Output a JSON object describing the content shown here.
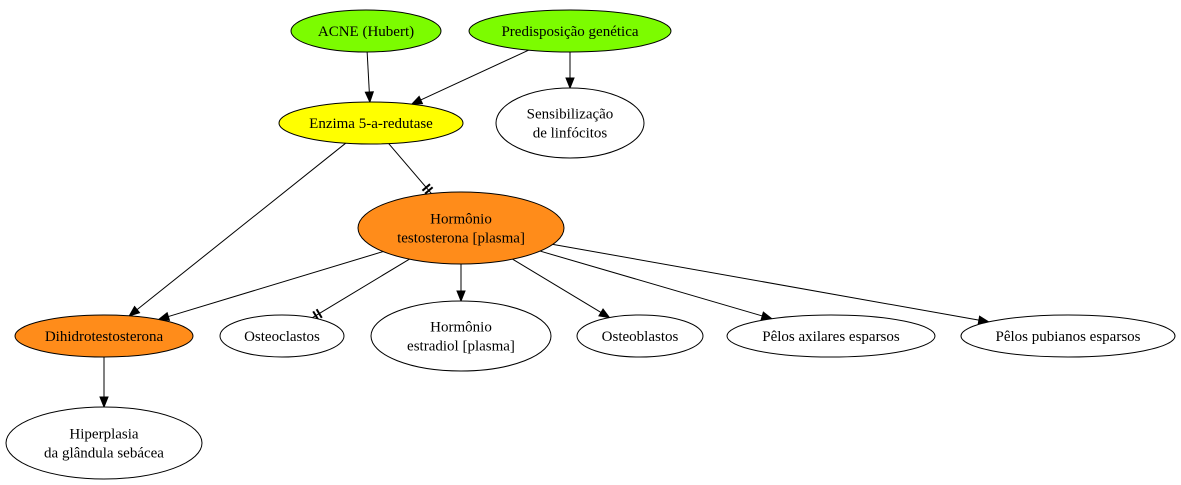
{
  "colors": {
    "root": "#7cfc00",
    "enzyme": "#ffff00",
    "hormone": "#ff8c1a",
    "plain": "#ffffff"
  },
  "nodes": [
    {
      "id": "acne",
      "lines": [
        "ACNE (Hubert)"
      ],
      "style": "root"
    },
    {
      "id": "predisp",
      "lines": [
        "Predisposição genética"
      ],
      "style": "root"
    },
    {
      "id": "enzima",
      "lines": [
        "Enzima 5-a-redutase"
      ],
      "style": "enzyme"
    },
    {
      "id": "sensib",
      "lines": [
        "Sensibilização",
        "de linfócitos"
      ],
      "style": "plain"
    },
    {
      "id": "testo",
      "lines": [
        "Hormônio",
        "testosterona [plasma]"
      ],
      "style": "hormone"
    },
    {
      "id": "dht",
      "lines": [
        "Dihidrotestosterona"
      ],
      "style": "hormone"
    },
    {
      "id": "osteoclastos",
      "lines": [
        "Osteoclastos"
      ],
      "style": "plain"
    },
    {
      "id": "estradiol",
      "lines": [
        "Hormônio",
        "estradiol [plasma]"
      ],
      "style": "plain"
    },
    {
      "id": "osteoblastos",
      "lines": [
        "Osteoblastos"
      ],
      "style": "plain"
    },
    {
      "id": "axilares",
      "lines": [
        "Pêlos axilares esparsos"
      ],
      "style": "plain"
    },
    {
      "id": "pubianos",
      "lines": [
        "Pêlos pubianos esparsos"
      ],
      "style": "plain"
    },
    {
      "id": "hiperplasia",
      "lines": [
        "Hiperplasia",
        "da glândula sebácea"
      ],
      "style": "plain"
    }
  ],
  "edges": [
    {
      "from": "acne",
      "to": "enzima",
      "type": "activate"
    },
    {
      "from": "predisp",
      "to": "enzima",
      "type": "activate"
    },
    {
      "from": "predisp",
      "to": "sensib",
      "type": "activate"
    },
    {
      "from": "enzima",
      "to": "testo",
      "type": "inhibit"
    },
    {
      "from": "enzima",
      "to": "dht",
      "type": "activate"
    },
    {
      "from": "testo",
      "to": "dht",
      "type": "activate"
    },
    {
      "from": "testo",
      "to": "osteoclastos",
      "type": "inhibit"
    },
    {
      "from": "testo",
      "to": "estradiol",
      "type": "activate"
    },
    {
      "from": "testo",
      "to": "osteoblastos",
      "type": "activate"
    },
    {
      "from": "testo",
      "to": "axilares",
      "type": "activate"
    },
    {
      "from": "testo",
      "to": "pubianos",
      "type": "activate"
    },
    {
      "from": "dht",
      "to": "hiperplasia",
      "type": "activate"
    }
  ]
}
